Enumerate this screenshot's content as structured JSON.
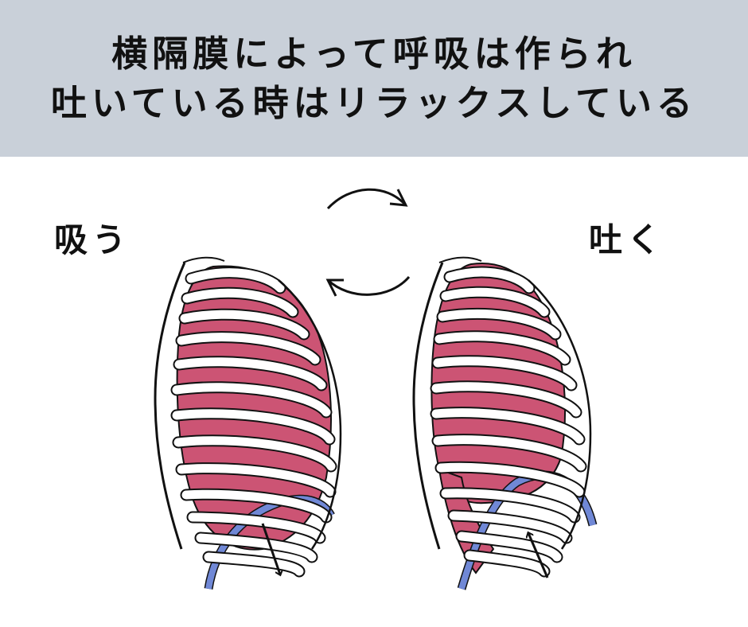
{
  "title": {
    "line1": "横隔膜によって呼吸は作られ",
    "line2": "吐いている時はリラックスしている"
  },
  "labels": {
    "inhale": "吸う",
    "exhale": "吐く"
  },
  "colors": {
    "banner": "#c9d0d9",
    "lung": "#cc5474",
    "rib_fill": "#ffffff",
    "outline": "#111111",
    "diaphragm": "#7088d6"
  },
  "icons": {
    "cycle_top": "curved-arrow-right-icon",
    "cycle_bottom": "curved-arrow-left-icon",
    "inhale_direction": "arrow-down-icon",
    "exhale_direction": "arrow-up-icon"
  }
}
